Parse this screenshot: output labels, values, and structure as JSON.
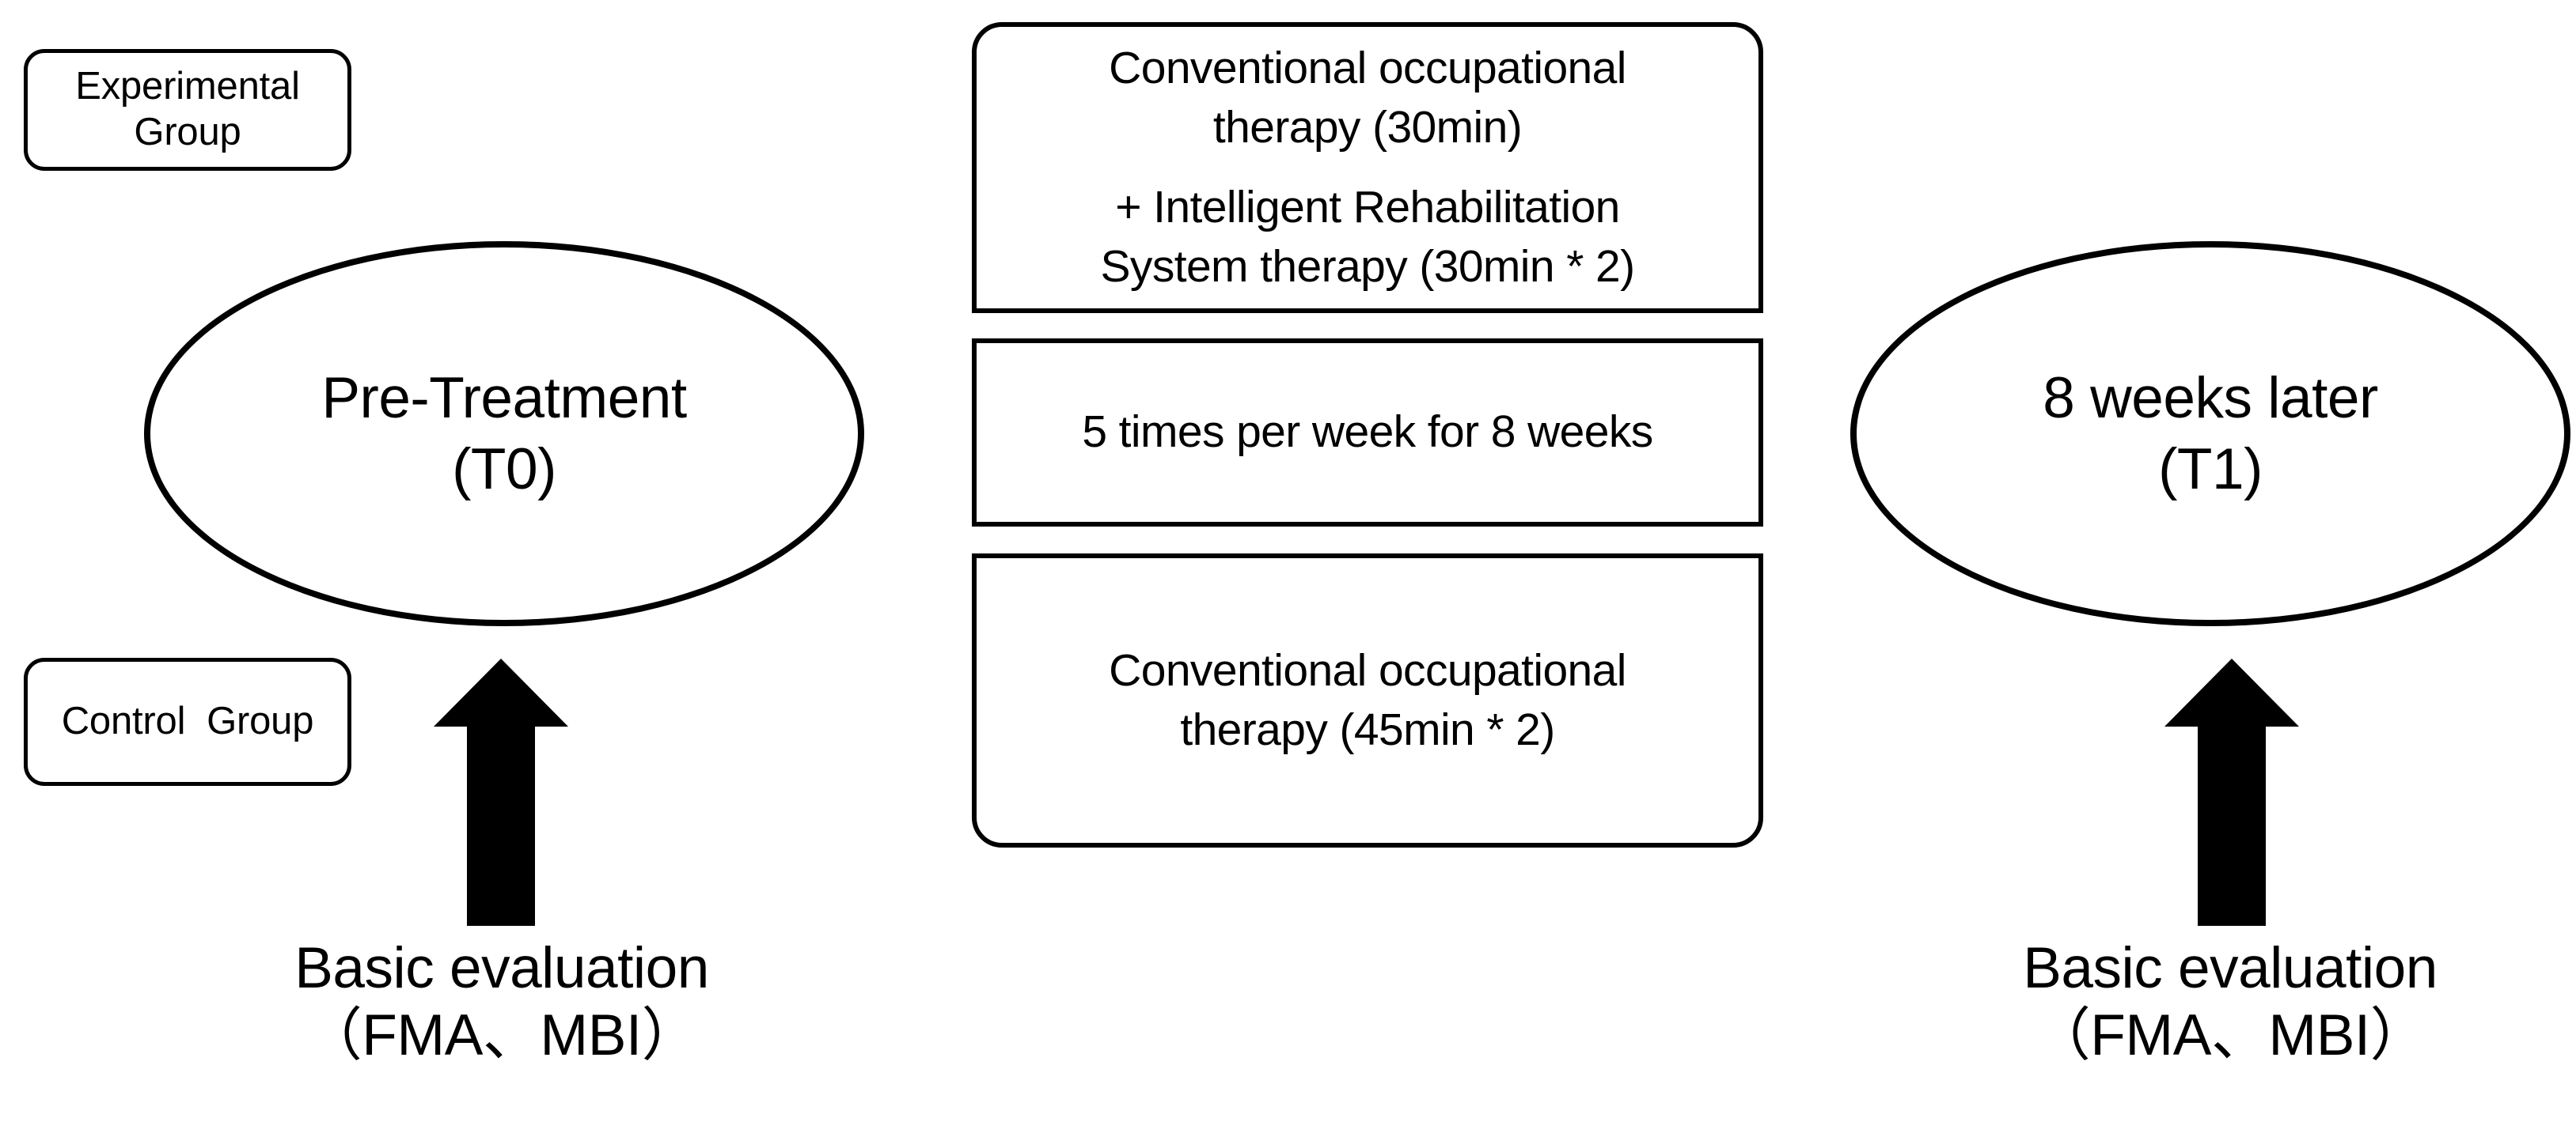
{
  "diagram": {
    "title": "Study protocol flow diagram",
    "background_color": "#ffffff",
    "stroke_color": "#000000"
  },
  "groups": {
    "experimental": {
      "line1": "Experimental",
      "line2": "Group"
    },
    "control": {
      "line1": "Control  Group"
    }
  },
  "timepoints": {
    "pre": {
      "line1": "Pre-Treatment",
      "line2": "(T0)"
    },
    "post": {
      "line1": "8 weeks later",
      "line2": "(T1)"
    }
  },
  "intervention": {
    "experimental_box": {
      "line1": "Conventional occupational",
      "line2": "therapy (30min)",
      "line3": "+ Intelligent Rehabilitation",
      "line4": "System therapy (30min * 2)"
    },
    "frequency_box": {
      "line1": "5 times per week for 8 weeks"
    },
    "control_box": {
      "line1": "Conventional occupational",
      "line2": "therapy (45min * 2)"
    }
  },
  "evaluations": {
    "pre": {
      "line1": "Basic evaluation",
      "line2": "（FMA、MBI）"
    },
    "post": {
      "line1": "Basic evaluation",
      "line2": "（FMA、MBI）"
    }
  },
  "arrows": {
    "pre_label": "up-arrow",
    "post_label": "up-arrow"
  }
}
